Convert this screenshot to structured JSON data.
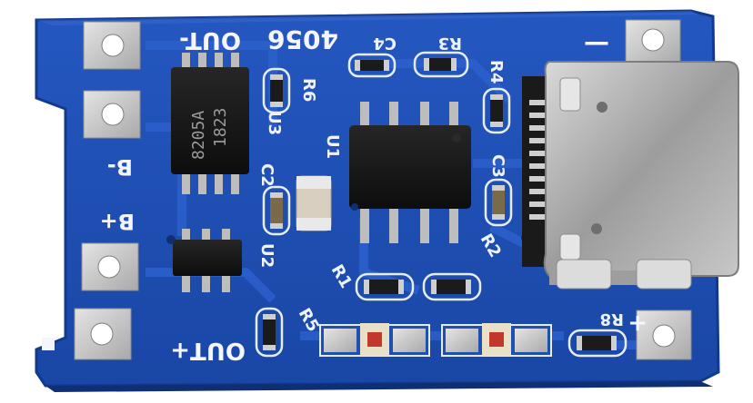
{
  "board": {
    "labels": {
      "out_minus": "OUT-",
      "ic_model": "4056",
      "c4": "C4",
      "r3": "R3",
      "r4": "R4",
      "r6": "R6",
      "u3": "U3",
      "u1": "U1",
      "c3": "C3",
      "c2": "C2",
      "b_minus": "B-",
      "b_plus": "B+",
      "u2": "U2",
      "r1": "R1",
      "r2": "R2",
      "r5": "R5",
      "r8": "R8",
      "out_plus": "OUT+",
      "minus_sign": "—",
      "plus_sign": "+"
    },
    "mosfet_chip": {
      "line1": "8205A",
      "line2": "1823"
    }
  },
  "colors": {
    "pcb_blue": "#1f4fb3",
    "pcb_dark": "#173f96",
    "trace_blue": "#2a5cc4",
    "silkscreen": "#f4f6fb",
    "pad_silver": "#c9c9c9",
    "chip_black": "#141414",
    "usb_metal": "#b8b8b8",
    "led_red": "#c0392b"
  }
}
